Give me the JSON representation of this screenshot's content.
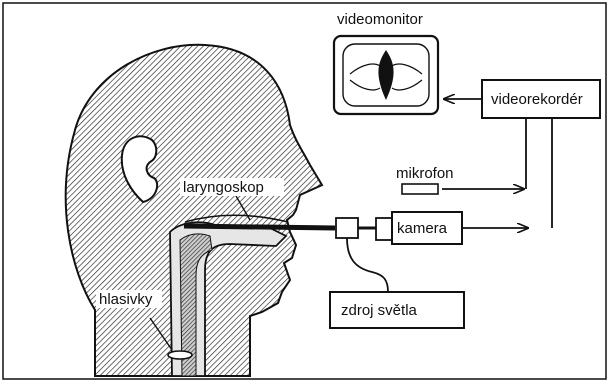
{
  "diagram": {
    "labels": {
      "videomonitor": "videomonitor",
      "videorekorder": "videorekordér",
      "mikrofon": "mikrofon",
      "kamera": "kamera",
      "laryngoskop": "laryngoskop",
      "zdroj_svetla": "zdroj světla",
      "hlasivky": "hlasivky"
    },
    "colors": {
      "line": "#111111",
      "background": "#ffffff",
      "hatch": "#222222"
    }
  }
}
